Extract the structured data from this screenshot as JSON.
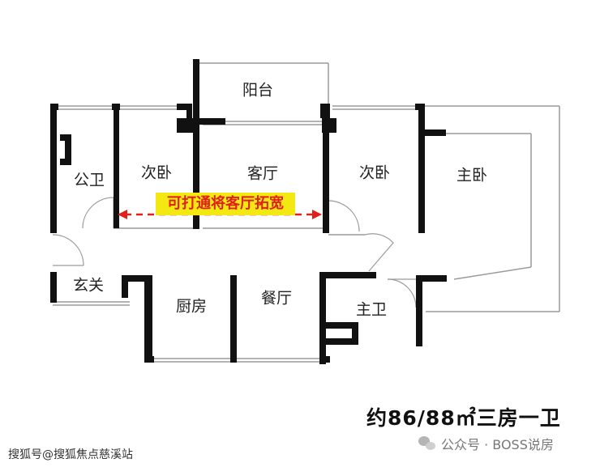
{
  "rooms": {
    "balcony": "阳台",
    "public_bath": "公卫",
    "second_bedroom_left": "次卧",
    "living_room": "客厅",
    "second_bedroom_right": "次卧",
    "master_bedroom": "主卧",
    "entrance": "玄关",
    "kitchen": "厨房",
    "dining_room": "餐厅",
    "master_bath": "主卫"
  },
  "annotation": {
    "text": "可打通将客厅拓宽",
    "arrow_color": "#e0201a",
    "highlight_color": "#f4e812"
  },
  "caption": "约86/88㎡三房一卫",
  "footer": {
    "left": "搜狐号@搜狐焦点慈溪站",
    "right": "公众号 · BOSS说房",
    "right_icon": "wechat-icon"
  },
  "colors": {
    "wall": "#111111",
    "window_line": "#9a9a9a",
    "text": "#222222"
  }
}
